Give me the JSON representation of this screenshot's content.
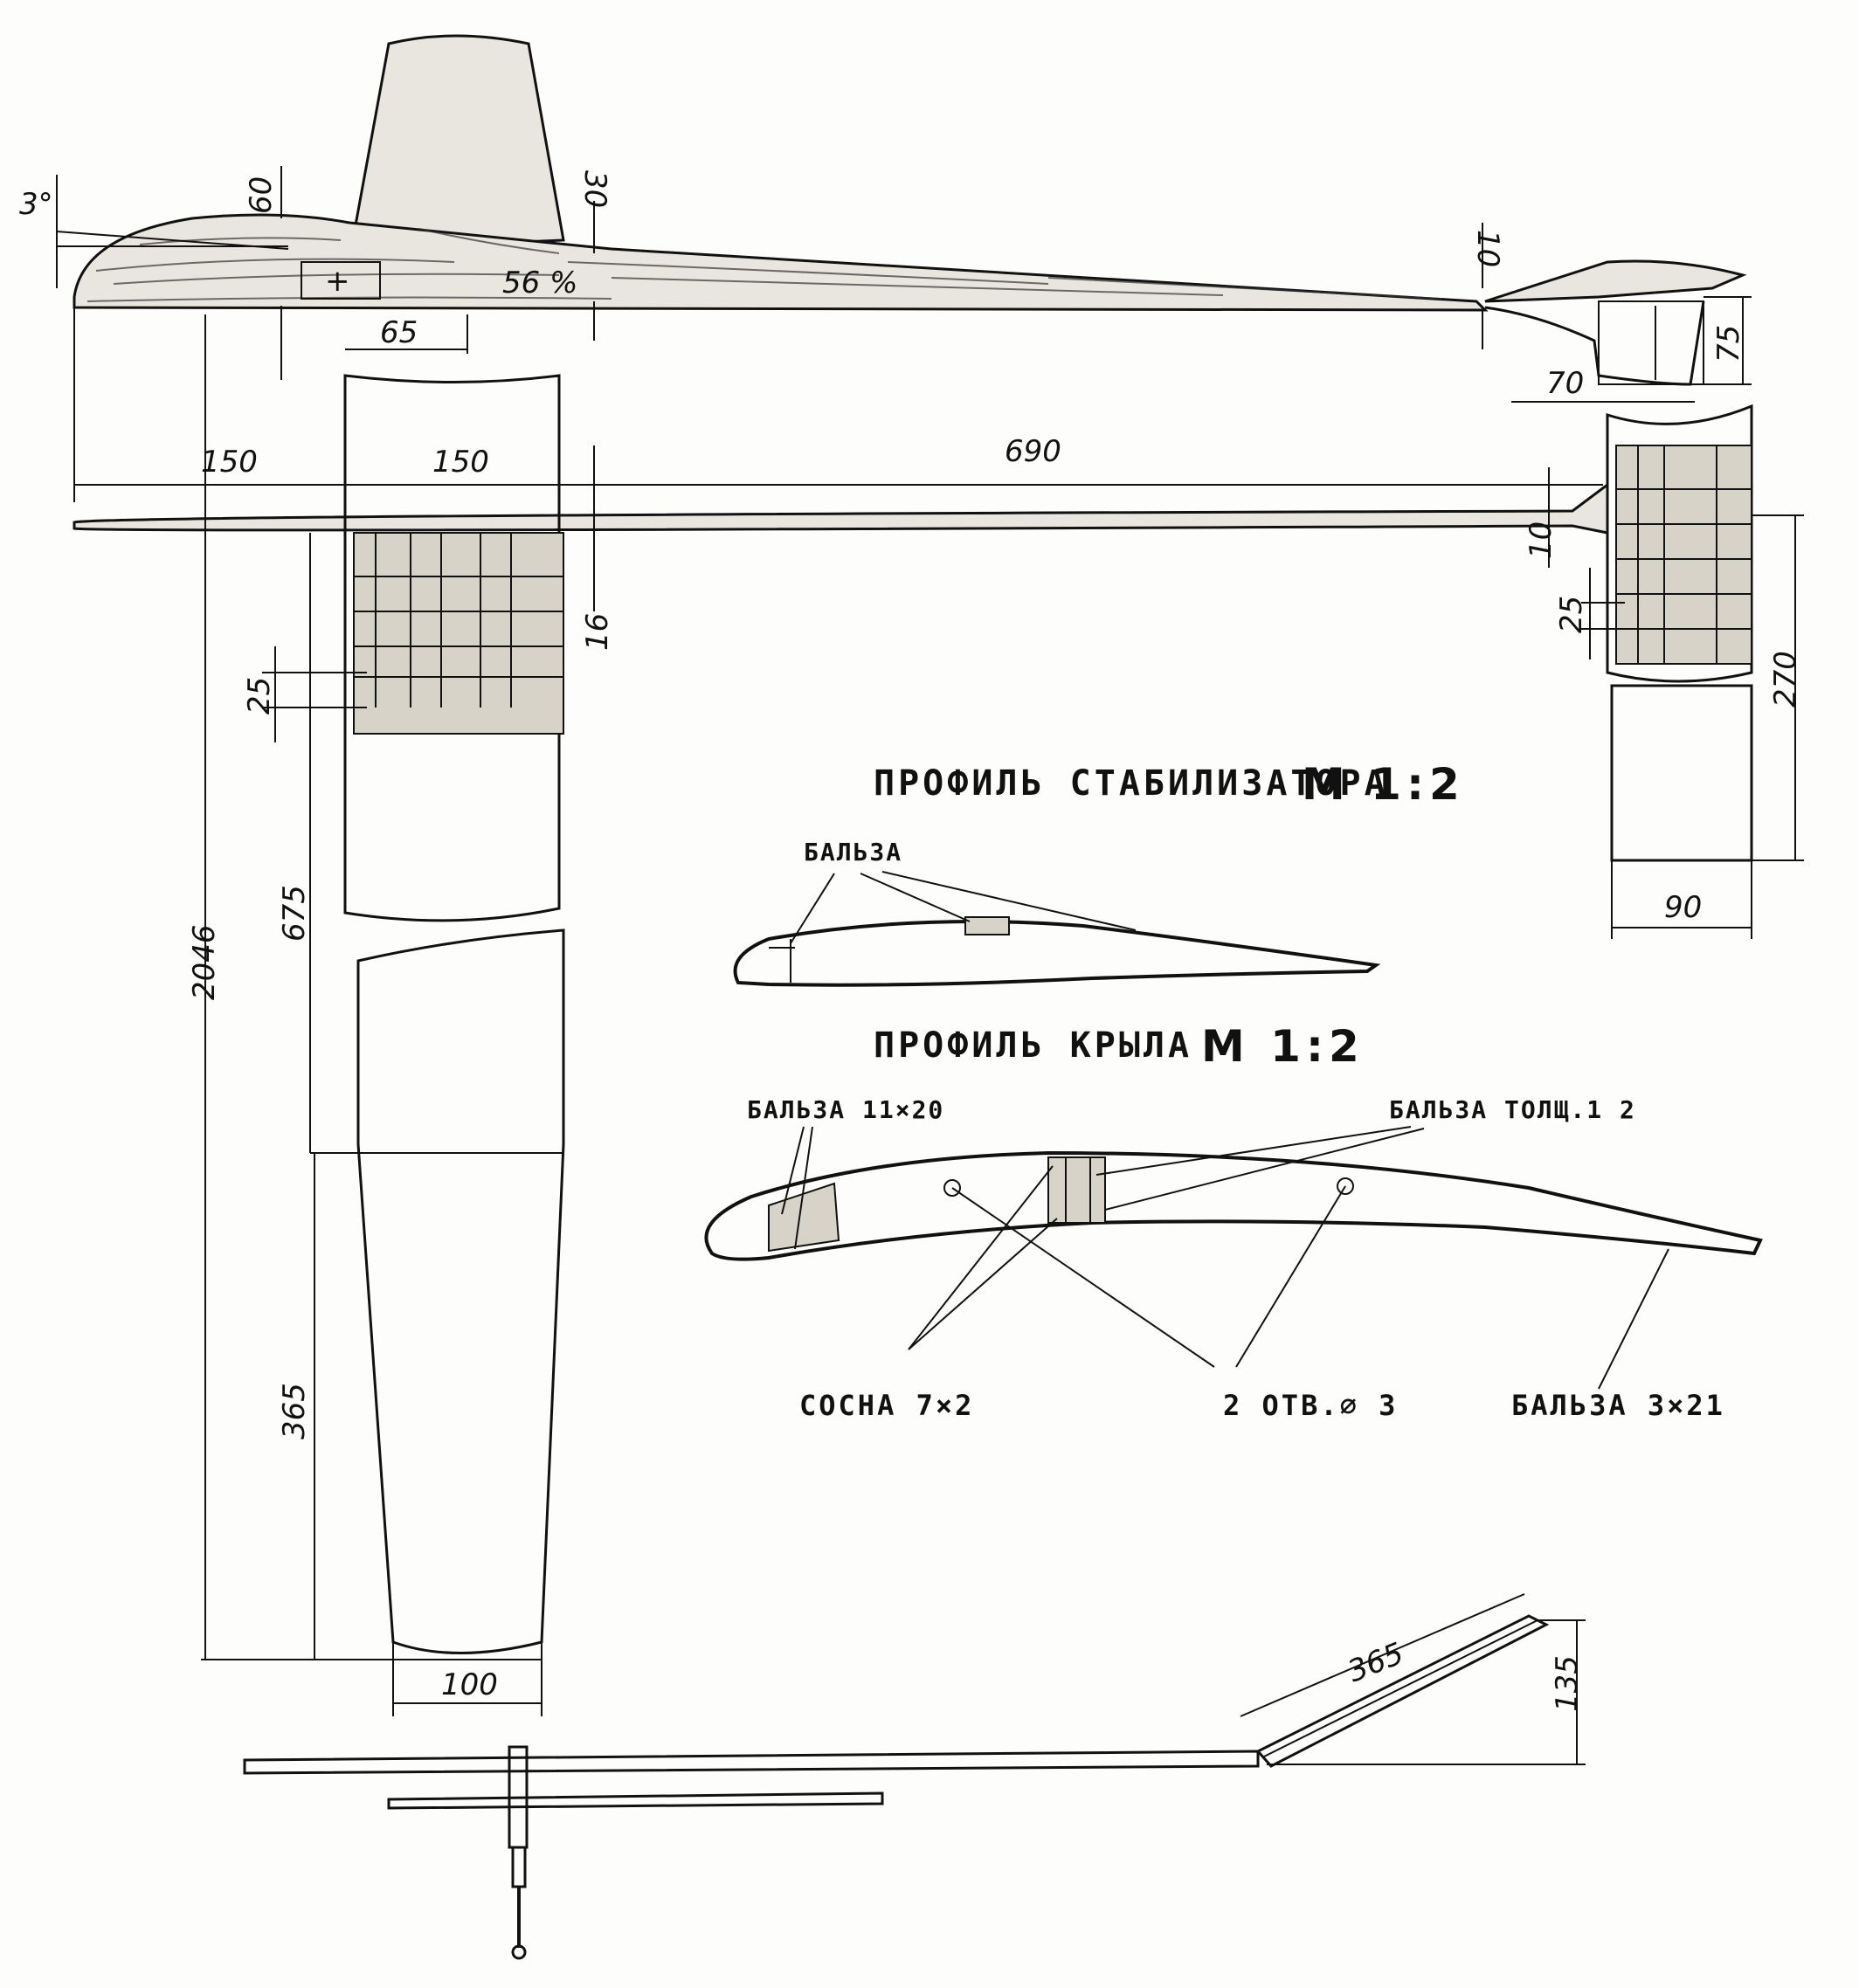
{
  "dimensions": {
    "d3deg": "3°",
    "d60": "60",
    "d30": "30",
    "d56pct": "56 %",
    "d65": "65",
    "d10_top": "10",
    "d75": "75",
    "d70": "70",
    "d150_left": "150",
    "d150_right": "150",
    "d690": "690",
    "d10_stab": "10",
    "d16": "16",
    "d25_wing": "25",
    "d25_stab": "25",
    "d270": "270",
    "d90": "90",
    "d2046": "2046",
    "d675": "675",
    "d365_wing": "365",
    "d100": "100",
    "d365_launcher": "365",
    "d135": "135"
  },
  "stabilizer_profile": {
    "title": "ПРОФИЛЬ СТАБИЛИЗАТОРА",
    "scale": "М 1:2",
    "label_balsa": "БАЛЬЗА"
  },
  "wing_profile": {
    "title": "ПРОФИЛЬ КРЫЛА",
    "scale": "М 1:2",
    "label_balsa_11x20": "БАЛЬЗА 11×20",
    "label_balsa_thick": "БАЛЬЗА ТОЛЩ.1 2",
    "label_pine": "СОСНА 7×2",
    "label_holes": "2 ОТВ.⌀ 3",
    "label_balsa_3x21": "БАЛЬЗА 3×21"
  },
  "colors": {
    "ink": "#111111",
    "paper": "#fdfdfb",
    "wood": "#e9e6df"
  }
}
